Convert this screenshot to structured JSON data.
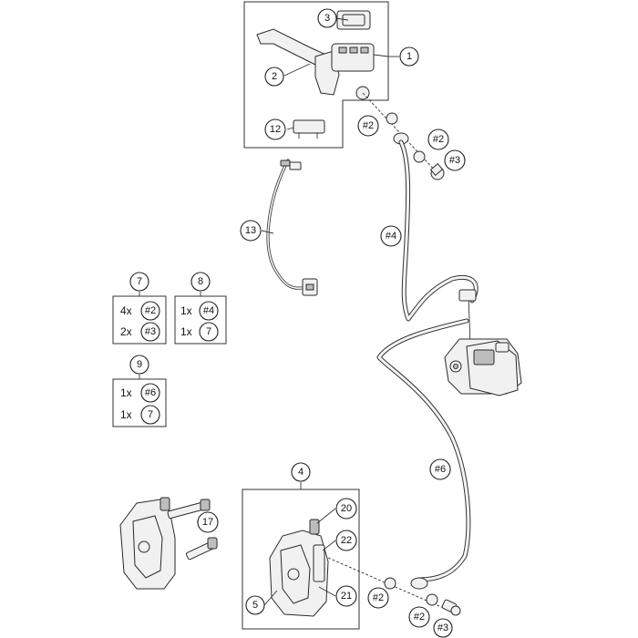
{
  "callouts": {
    "c1": "1",
    "c2": "2",
    "c3": "3",
    "c12": "12",
    "c13": "13",
    "c4": "4",
    "c5": "5",
    "c17": "17",
    "c20": "20",
    "c21": "21",
    "c22": "22",
    "h2a": "#2",
    "h2b": "#2",
    "h2c": "#2",
    "h2d": "#2",
    "h3a": "#3",
    "h3b": "#3",
    "h4": "#4",
    "h6": "#6"
  },
  "kits": [
    {
      "number": "7",
      "lines": [
        {
          "qty": "4x",
          "ref": "#2"
        },
        {
          "qty": "2x",
          "ref": "#3"
        }
      ]
    },
    {
      "number": "8",
      "lines": [
        {
          "qty": "1x",
          "ref": "#4"
        },
        {
          "qty": "1x",
          "ref": "7"
        }
      ]
    },
    {
      "number": "9",
      "lines": [
        {
          "qty": "1x",
          "ref": "#6"
        },
        {
          "qty": "1x",
          "ref": "7"
        }
      ]
    }
  ]
}
